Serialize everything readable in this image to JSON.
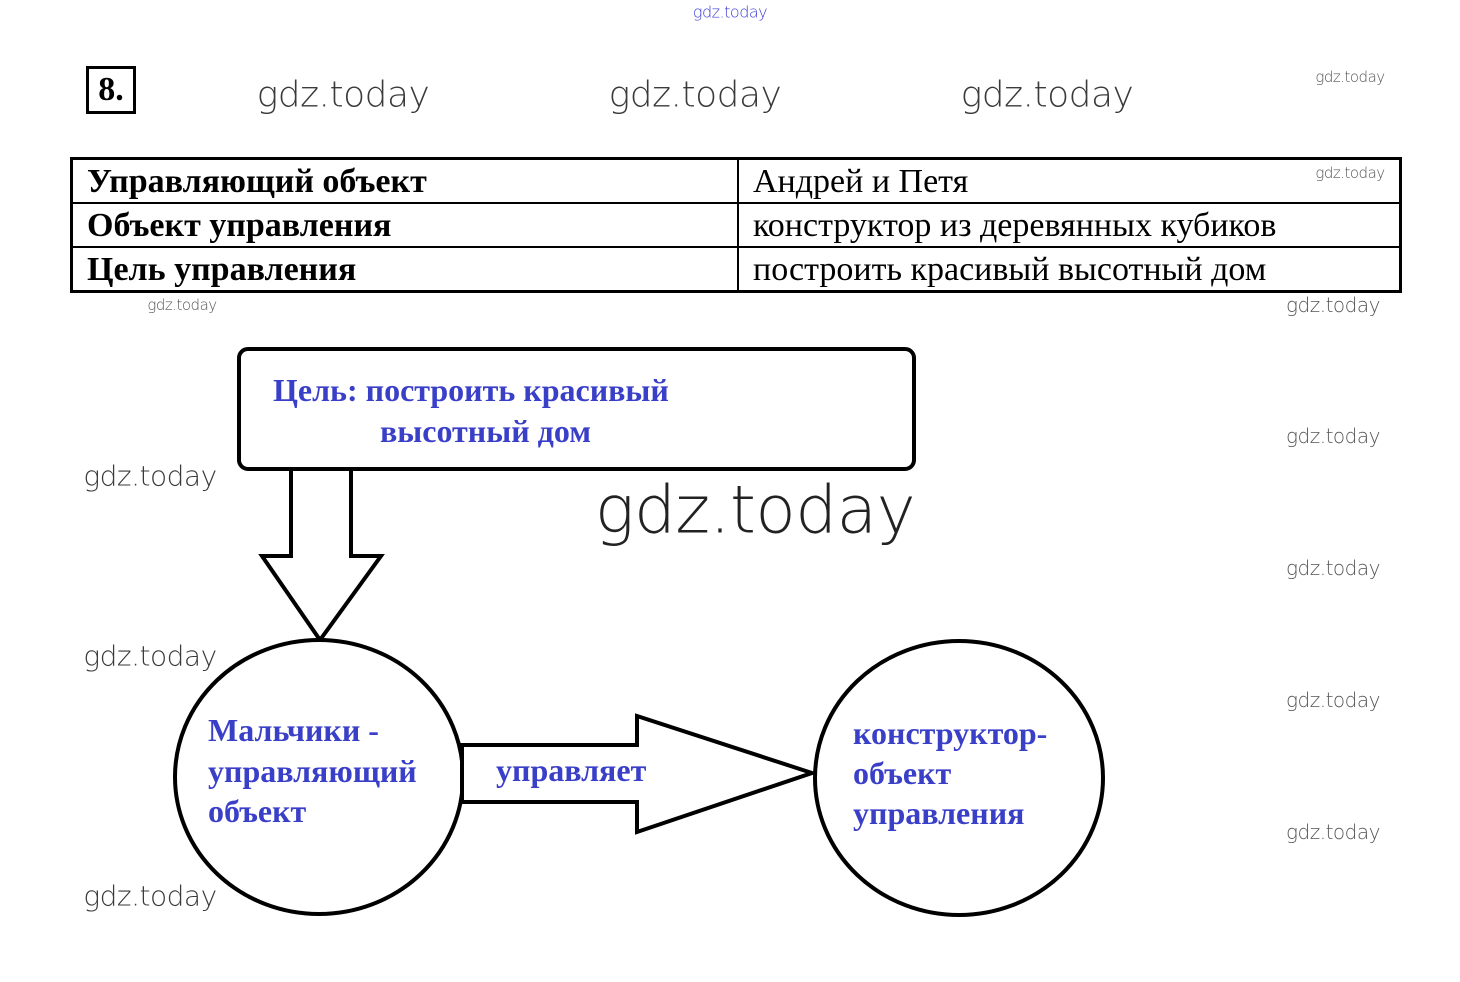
{
  "task_number": "8.",
  "watermark": "gdz.today",
  "table": {
    "rows": [
      {
        "key": "Управляющий объект",
        "value": "Андрей и Петя"
      },
      {
        "key": "Объект управления",
        "value": "конструктор из деревянных кубиков"
      },
      {
        "key": "Цель управления",
        "value": "построить красивый высотный дом"
      }
    ]
  },
  "diagram": {
    "goal_line1": "Цель: построить красивый",
    "goal_line2": "высотный дом",
    "left_node": [
      "Мальчики -",
      "управляющий",
      "объект"
    ],
    "arrow_label": "управляет",
    "right_node": [
      "конструктор-",
      "объект",
      "управления"
    ]
  },
  "colors": {
    "diagram_text": "#3a3fc8"
  }
}
